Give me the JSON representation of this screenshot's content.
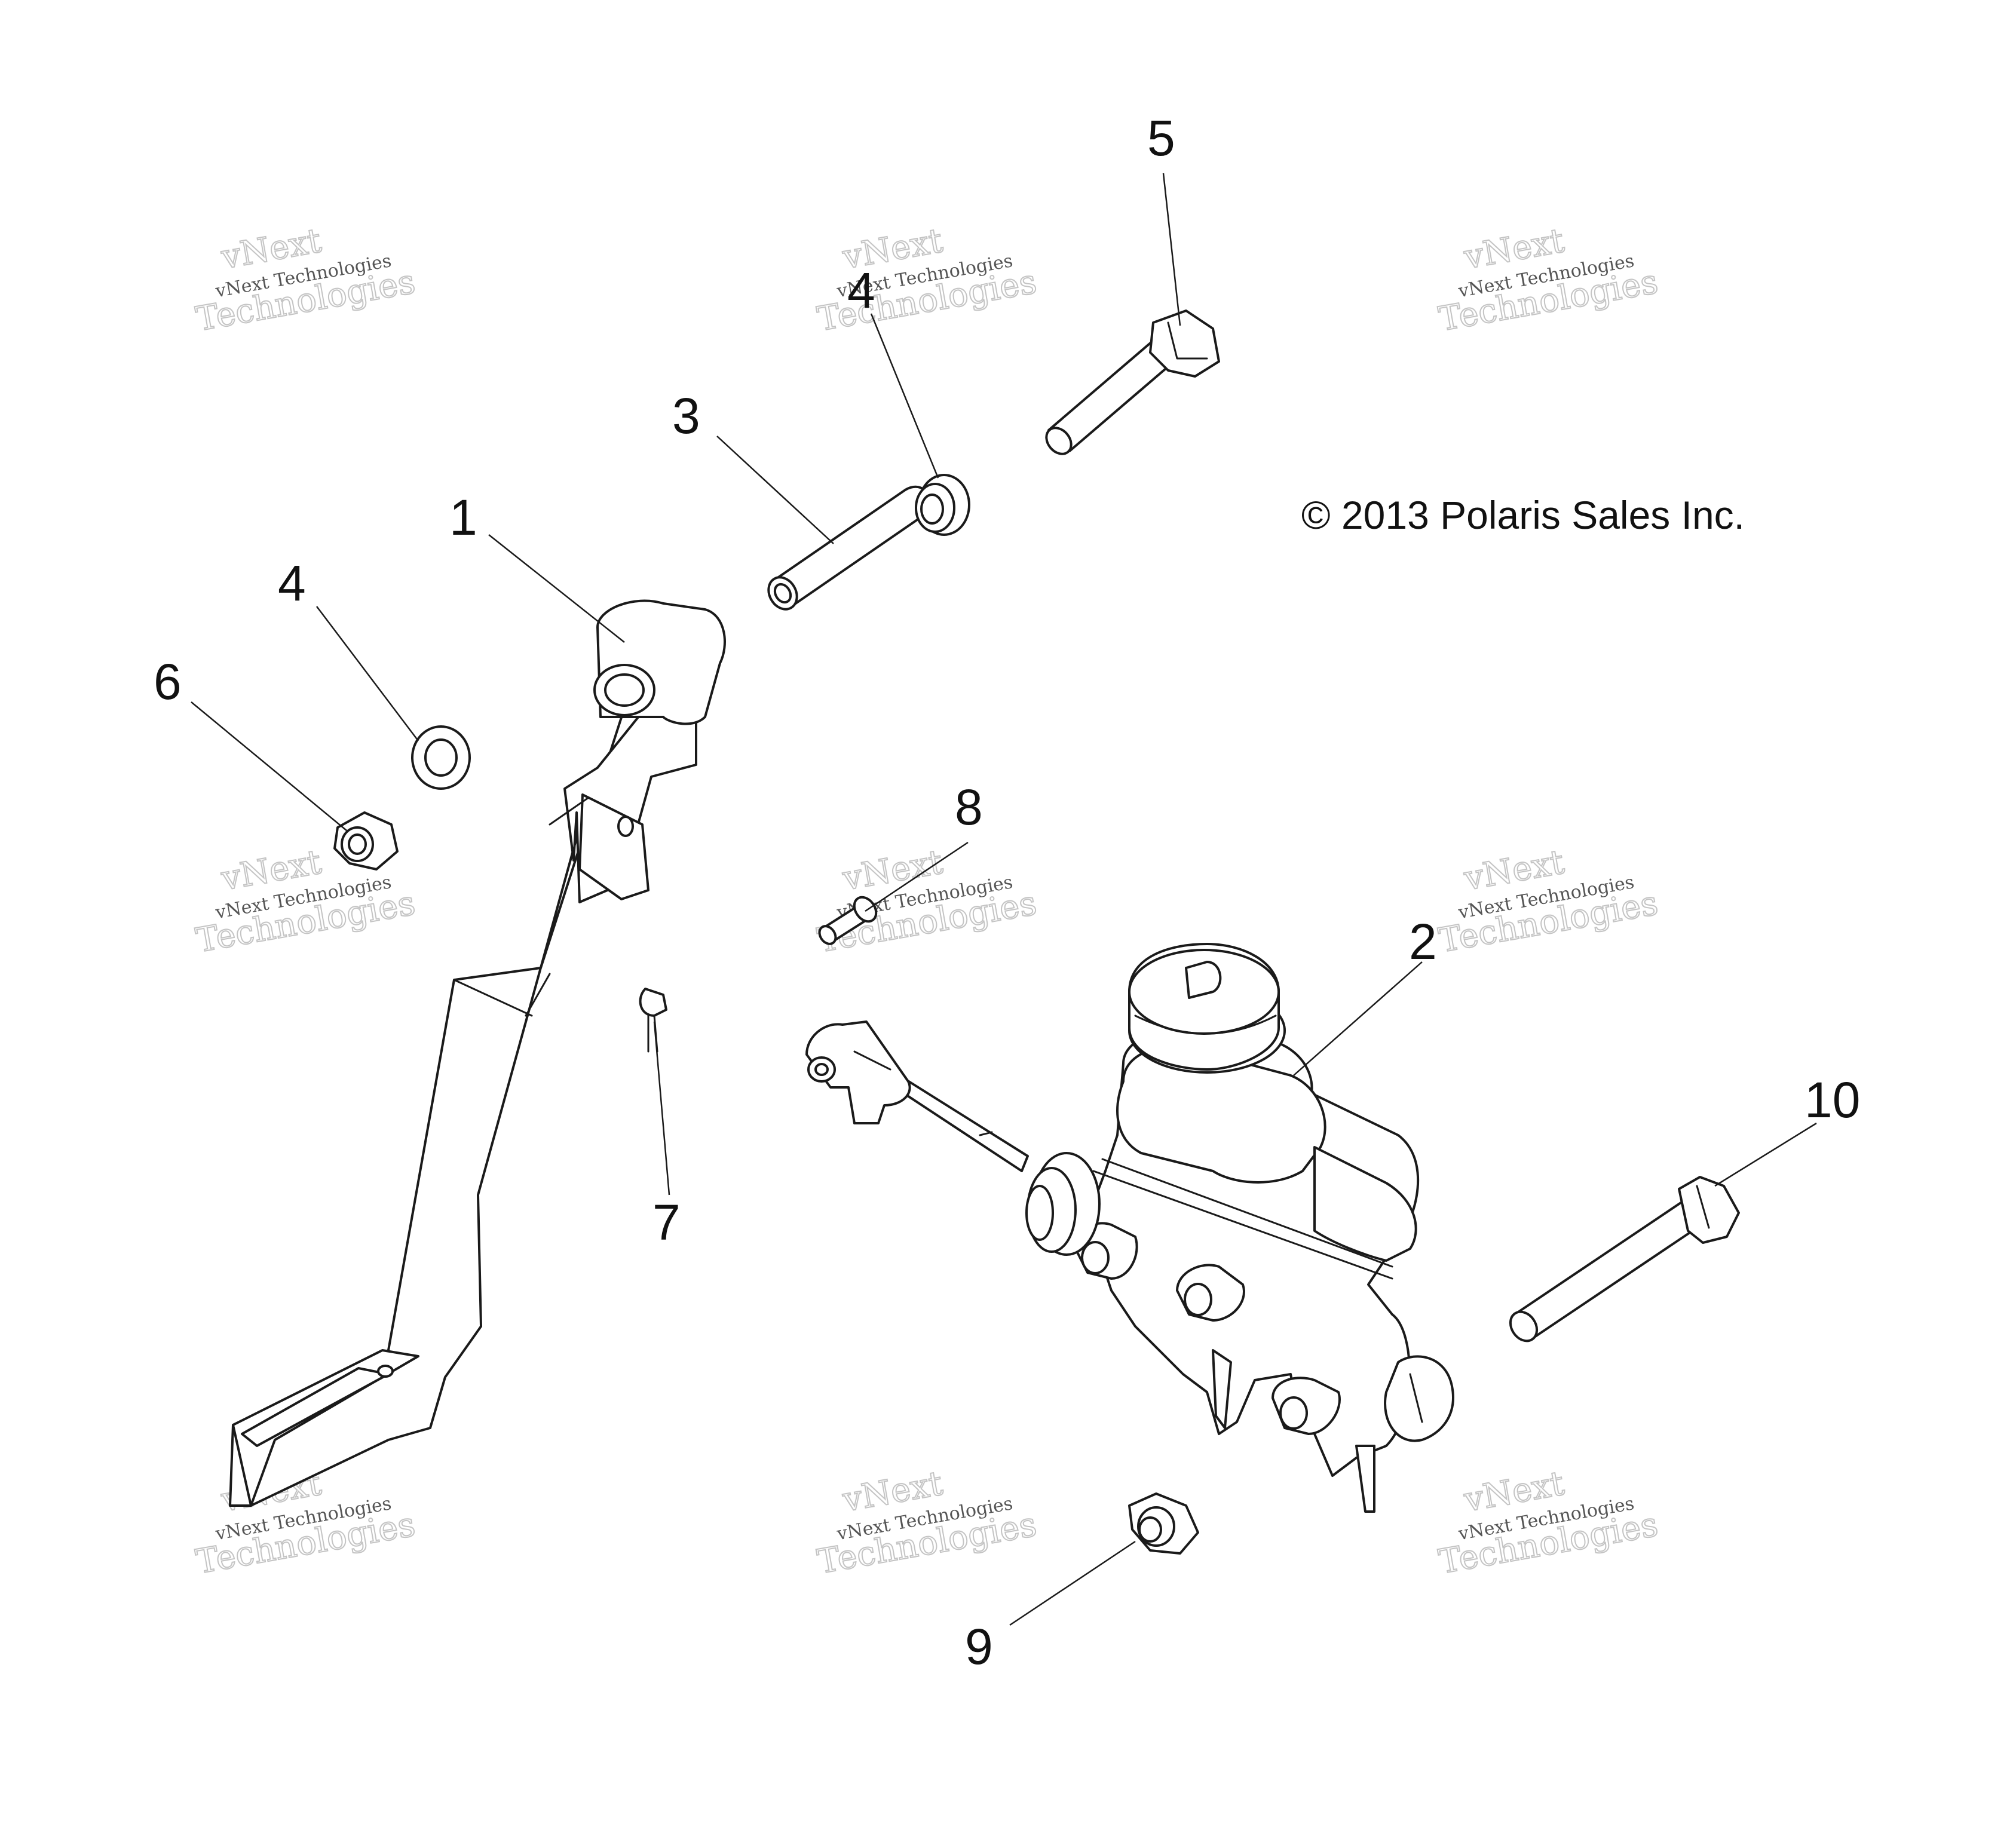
{
  "copyright": "© 2013 Polaris Sales Inc.",
  "callouts": [
    {
      "id": "part-1",
      "label": "1"
    },
    {
      "id": "part-2",
      "label": "2"
    },
    {
      "id": "part-3",
      "label": "3"
    },
    {
      "id": "part-4a",
      "label": "4"
    },
    {
      "id": "part-4b",
      "label": "4"
    },
    {
      "id": "part-5",
      "label": "5"
    },
    {
      "id": "part-6",
      "label": "6"
    },
    {
      "id": "part-7",
      "label": "7"
    },
    {
      "id": "part-8",
      "label": "8"
    },
    {
      "id": "part-9",
      "label": "9"
    },
    {
      "id": "part-10",
      "label": "10"
    }
  ],
  "watermark": {
    "line_small": "vNext Technologies",
    "line_top": "vNext",
    "line_bottom": "Technologies"
  }
}
